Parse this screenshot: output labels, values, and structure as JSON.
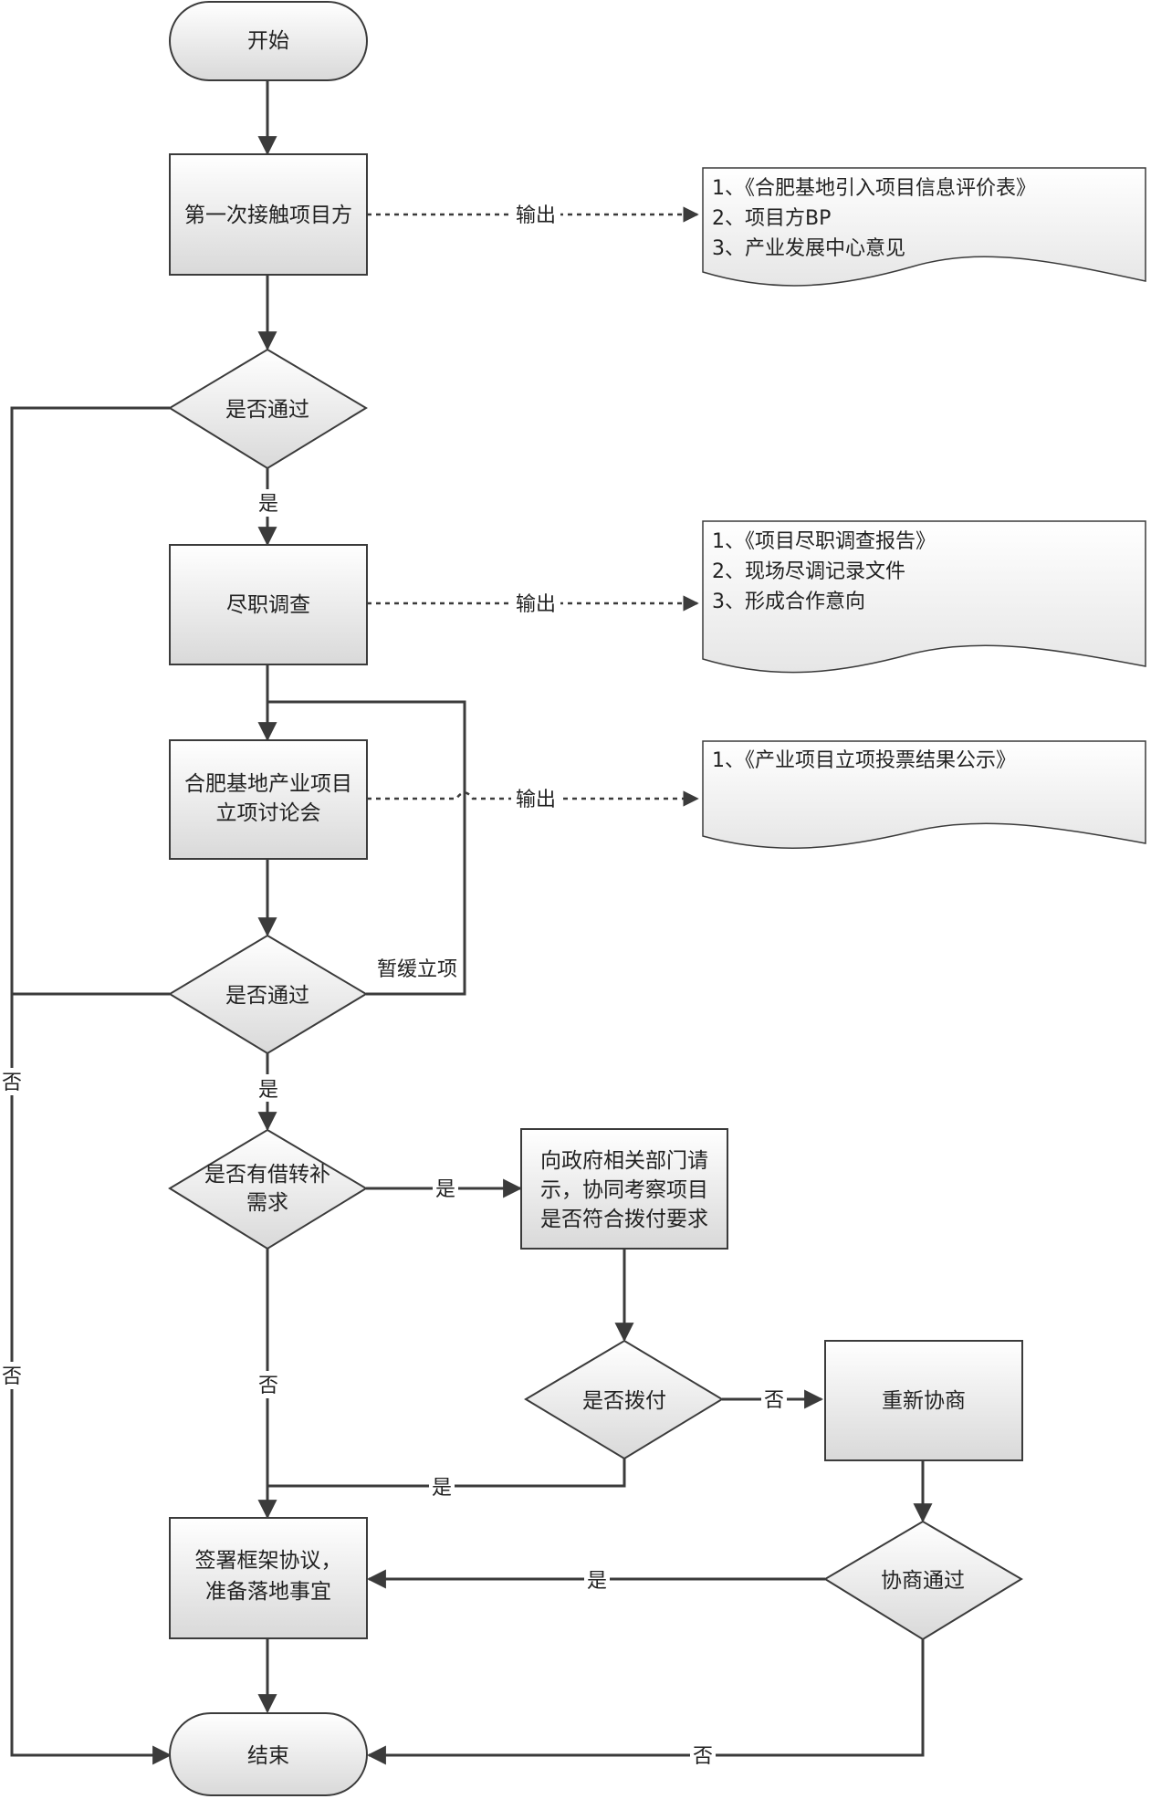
{
  "nodes": {
    "start": "开始",
    "first_contact": "第一次接触项目方",
    "pass1": "是否通过",
    "due_diligence": "尽职调查",
    "meeting_l1": "合肥基地产业项目",
    "meeting_l2": "立项讨论会",
    "pass2": "是否通过",
    "loan_l1": "是否有借转补",
    "loan_l2": "需求",
    "gov_l1": "向政府相关部门请",
    "gov_l2": "示，协同考察项目",
    "gov_l3": "是否符合拨付要求",
    "pay": "是否拨付",
    "renegotiate": "重新协商",
    "negotiate_pass": "协商通过",
    "sign_l1": "签署框架协议，",
    "sign_l2": "准备落地事宜",
    "end": "结束"
  },
  "docs": {
    "doc1": [
      "1、《合肥基地引入项目信息评价表》",
      "2、项目方BP",
      "3、产业发展中心意见"
    ],
    "doc2": [
      "1、《项目尽职调查报告》",
      "2、现场尽调记录文件",
      "3、形成合作意向"
    ],
    "doc3": [
      "1、《产业项目立项投票结果公示》"
    ]
  },
  "edge_labels": {
    "output1": "输出",
    "output2": "输出",
    "output3": "输出",
    "yes_pass1": "是",
    "yes_pass2": "是",
    "suspend": "暂缓立项",
    "no_left1": "否",
    "no_left2": "否",
    "yes_gov": "是",
    "no_loan": "否",
    "no_pay": "否",
    "yes_pay": "是",
    "yes_negotiate": "是",
    "no_negotiate": "否"
  },
  "colors": {
    "box_fill_top": "#ffffff",
    "box_fill_bottom": "#d9d9d9",
    "stroke": "#3b3b3b"
  }
}
